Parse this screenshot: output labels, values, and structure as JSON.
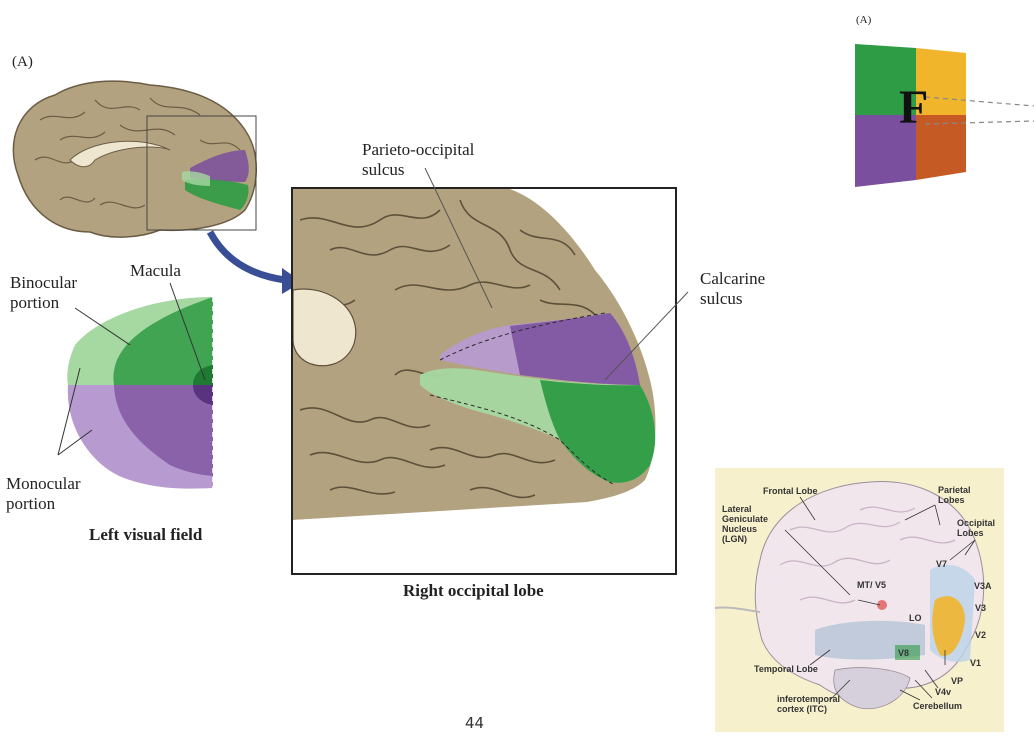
{
  "panel_label_left": "(A)",
  "panel_label_right": "(A)",
  "labels": {
    "binocular": "Binocular\nportion",
    "macula": "Macula",
    "monocular": "Monocular\nportion",
    "parieto_occipital": "Parieto-occipital\nsulcus",
    "calcarine": "Calcarine\nsulcus"
  },
  "captions": {
    "left_visual_field": "Left visual field",
    "right_occipital_lobe": "Right occipital lobe"
  },
  "letter_f": "F",
  "page_number": "44",
  "brain_labels": {
    "frontal_lobe": "Frontal Lobe",
    "parietal_lobes": "Parietal\nLobes",
    "occipital_lobes": "Occipital\nLobes",
    "lgn": "Lateral\nGeniculate\nNucleus\n(LGN)",
    "mt_v5": "MT/ V5",
    "v7": "V7",
    "v3a": "V3A",
    "v3": "V3",
    "lo": "LO",
    "v2": "V2",
    "v1": "V1",
    "v8": "V8",
    "vp": "VP",
    "v4v": "V4v",
    "temporal_lobe": "Temporal Lobe",
    "itc": "inferotemporal\ncortex (ITC)",
    "cerebellum": "Cerebellum"
  },
  "colors": {
    "brain_tan": "#b3a27f",
    "brain_dark": "#6b5d45",
    "green": "#2e9b45",
    "light_green": "#a6d8a2",
    "purple": "#7a4f9e",
    "light_purple": "#b79ad0",
    "arrow_blue": "#3a4e96",
    "panel_yellow": "#f7f0cd",
    "orange": "#c65a25",
    "yellow": "#f1b52c"
  }
}
